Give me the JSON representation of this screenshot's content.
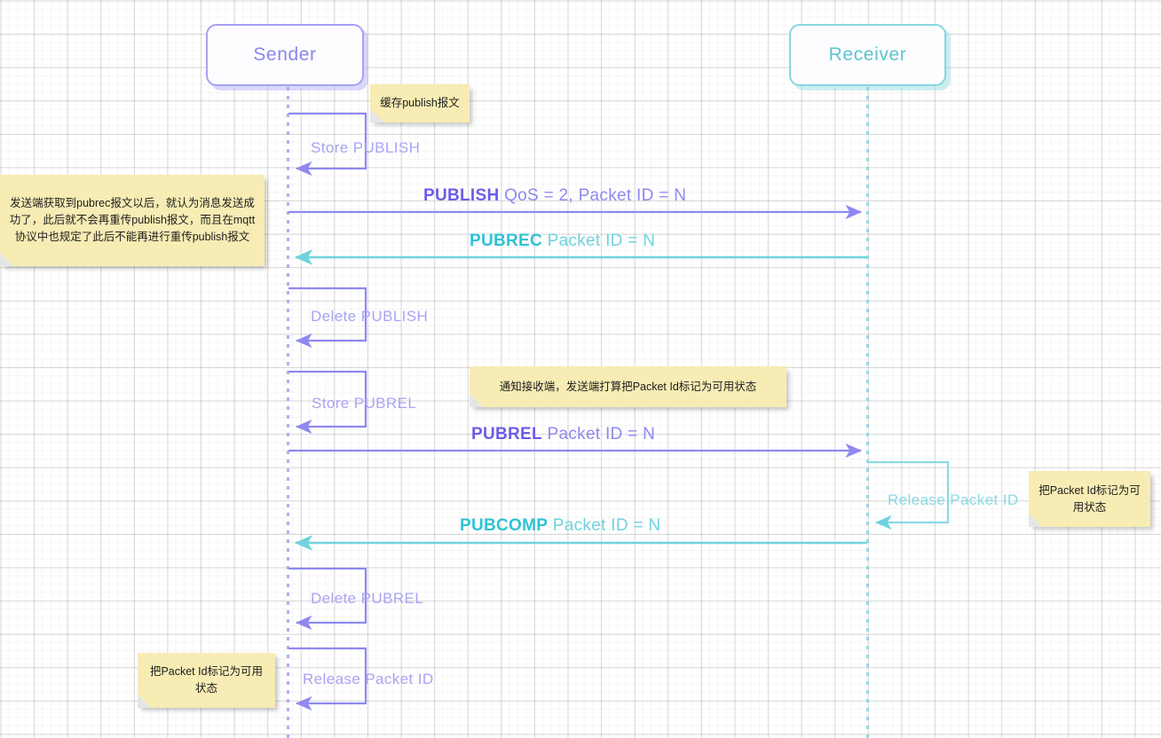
{
  "diagram": {
    "title": "MQTT QoS 2 message flow sequence diagram",
    "colors": {
      "sender_stroke": "#a6a1f5",
      "sender_text": "#8b86e8",
      "receiver_stroke": "#86d7e0",
      "receiver_text": "#5fc2cf",
      "message_purple": "#6c5ce7",
      "message_teal": "#2fc3d4",
      "note_background": "#f7ecb4",
      "canvas_background": "#ffffff"
    }
  },
  "actors": [
    {
      "id": "sender",
      "label": "Sender"
    },
    {
      "id": "receiver",
      "label": "Receiver"
    }
  ],
  "messages": [
    {
      "id": "publish",
      "type": "PUBLISH",
      "params": " QoS = 2, Packet ID = N",
      "direction": "sender-to-receiver",
      "color": "purple"
    },
    {
      "id": "pubrec",
      "type": "PUBREC",
      "params": " Packet ID = N",
      "direction": "receiver-to-sender",
      "color": "teal"
    },
    {
      "id": "pubrel",
      "type": "PUBREL",
      "params": " Packet ID = N",
      "direction": "sender-to-receiver",
      "color": "purple"
    },
    {
      "id": "pubcomp",
      "type": "PUBCOMP",
      "params": " Packet ID = N",
      "direction": "receiver-to-sender",
      "color": "teal"
    }
  ],
  "self_messages": [
    {
      "id": "store-publish",
      "label": "Store PUBLISH",
      "actor": "sender",
      "color": "purple"
    },
    {
      "id": "delete-publish",
      "label": "Delete PUBLISH",
      "actor": "sender",
      "color": "purple"
    },
    {
      "id": "store-pubrel",
      "label": "Store PUBREL",
      "actor": "sender",
      "color": "purple"
    },
    {
      "id": "release-packet-id-receiver",
      "label": "Release Packet ID",
      "actor": "receiver",
      "color": "teal"
    },
    {
      "id": "delete-pubrel",
      "label": "Delete PUBREL",
      "actor": "sender",
      "color": "purple"
    },
    {
      "id": "release-packet-id-sender",
      "label": "Release Packet ID",
      "actor": "sender",
      "color": "purple"
    }
  ],
  "notes": [
    {
      "id": "note-cache-publish",
      "text": "缓存publish报文"
    },
    {
      "id": "note-pubrec-received",
      "text": "发送端获取到pubrec报文以后，就认为消息发送成功了，此后就不会再重传publish报文，而且在mqtt协议中也规定了此后不能再进行重传publish报文"
    },
    {
      "id": "note-notify-receiver",
      "text": "通知接收端，发送端打算把Packet Id标记为可用状态"
    },
    {
      "id": "note-mark-available-receiver",
      "text": "把Packet Id标记为可用状态"
    },
    {
      "id": "note-mark-available-sender",
      "text": "把Packet Id标记为可用状态"
    }
  ]
}
